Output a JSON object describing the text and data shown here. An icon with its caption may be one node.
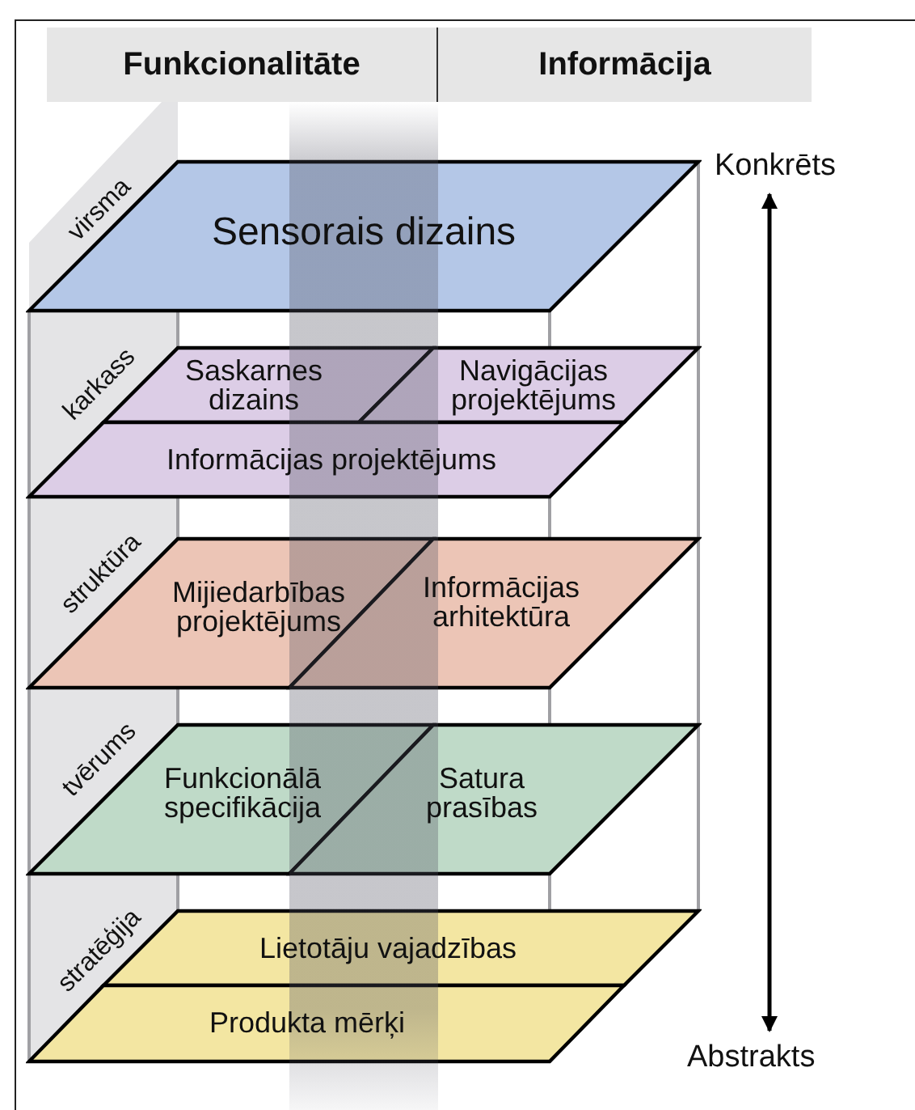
{
  "diagram": {
    "nodes": [
      {
        "text": [
          "Funkcionalitāte"
        ]
      },
      {
        "text": [
          "Informācija"
        ]
      },
      {
        "text": [
          "Konkrēts"
        ]
      },
      {
        "text": [
          "Sensorais dizains"
        ]
      },
      {
        "text": [
          "Saskarnes dizains"
        ]
      },
      {
        "text": [
          "Navigācijas projektējums"
        ]
      },
      {
        "text": [
          "Informācijas projektējums"
        ]
      },
      {
        "text": [
          "Mijiedarbības projektējums"
        ]
      },
      {
        "text": [
          "Informācijas arhitektūra"
        ]
      },
      {
        "text": [
          "Funkcionālā specifikācija"
        ]
      },
      {
        "text": [
          "Satura prasības"
        ]
      },
      {
        "text": [
          "Lietotāju vajadzības"
        ]
      },
      {
        "text": [
          "Produkta mērķi"
        ]
      },
      {
        "text": [
          "Abstrakts"
        ]
      }
    ],
    "edges": [
      {
        "from": 2,
        "to": 13,
        "arrow": "both"
      }
    ],
    "labels": [
      "virsma",
      "karkass",
      "struktūra",
      "tvērums",
      "stratēģija"
    ]
  }
}
